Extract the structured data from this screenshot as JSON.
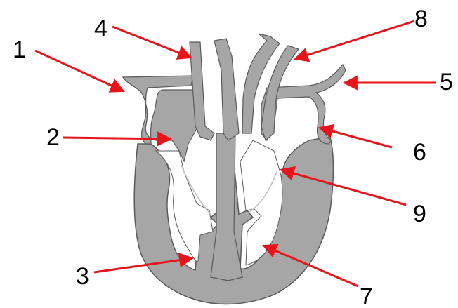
{
  "labels": {
    "l1": "1",
    "l2": "2",
    "l3": "3",
    "l4": "4",
    "l5": "5",
    "l6": "6",
    "l7": "7",
    "l8": "8",
    "l9": "9"
  },
  "colors": {
    "tissue": "#a6a6a6",
    "outline": "#5a5a5a",
    "arrow": "#e8141c",
    "background": "#ffffff",
    "valve": "#bfbfbf"
  }
}
